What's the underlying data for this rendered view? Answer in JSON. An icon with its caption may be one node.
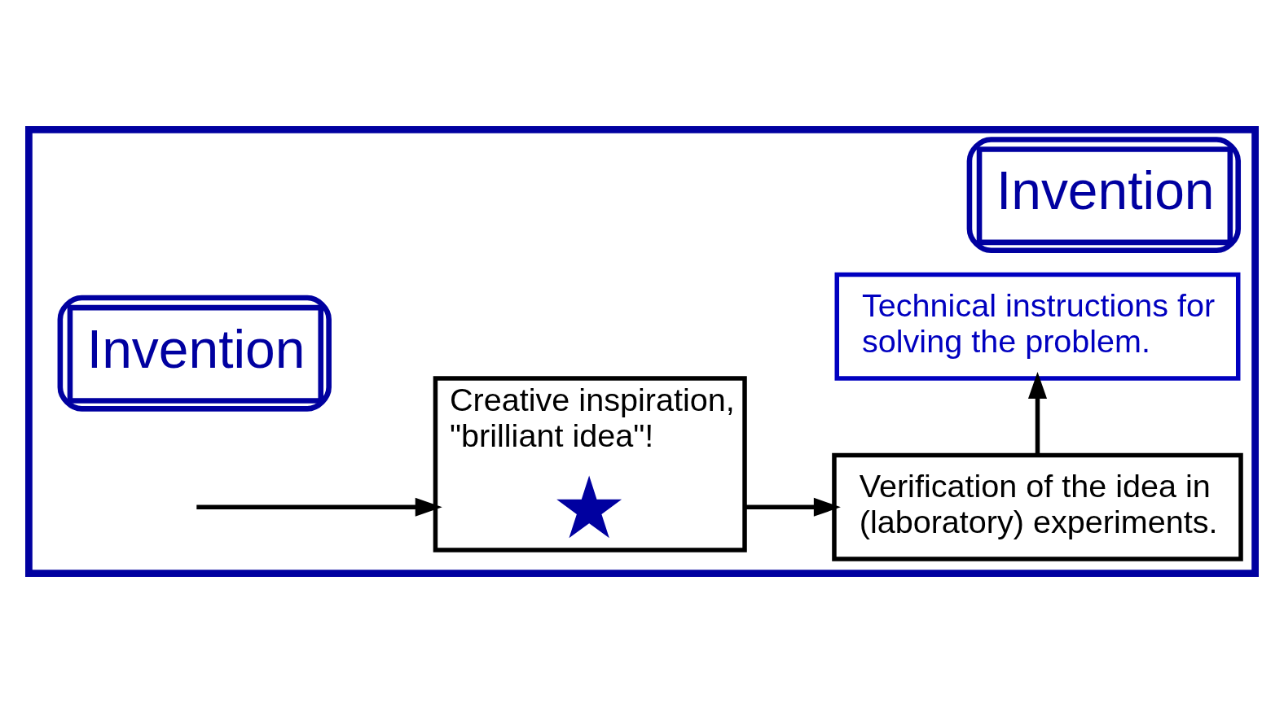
{
  "diagram": {
    "nodes": [
      {
        "text": [
          "Invention",
          "Invention"
        ]
      },
      {
        "text": [
          "Creative inspiration, \"brilliant idea\"!"
        ],
        "in": 0
      },
      {
        "text": [],
        "shape": "star",
        "in": 1
      },
      {
        "text": [
          "Verification of the idea in (laboratory) experiments."
        ],
        "in": 0
      },
      {
        "text": [
          "Technical instructions for solving the problem."
        ],
        "in": 0
      }
    ],
    "edges": [
      {
        "from": null,
        "to": 1,
        "arrow": "to"
      },
      {
        "from": 1,
        "to": 3,
        "arrow": "to"
      },
      {
        "from": 3,
        "to": 4,
        "arrow": "to"
      }
    ]
  }
}
